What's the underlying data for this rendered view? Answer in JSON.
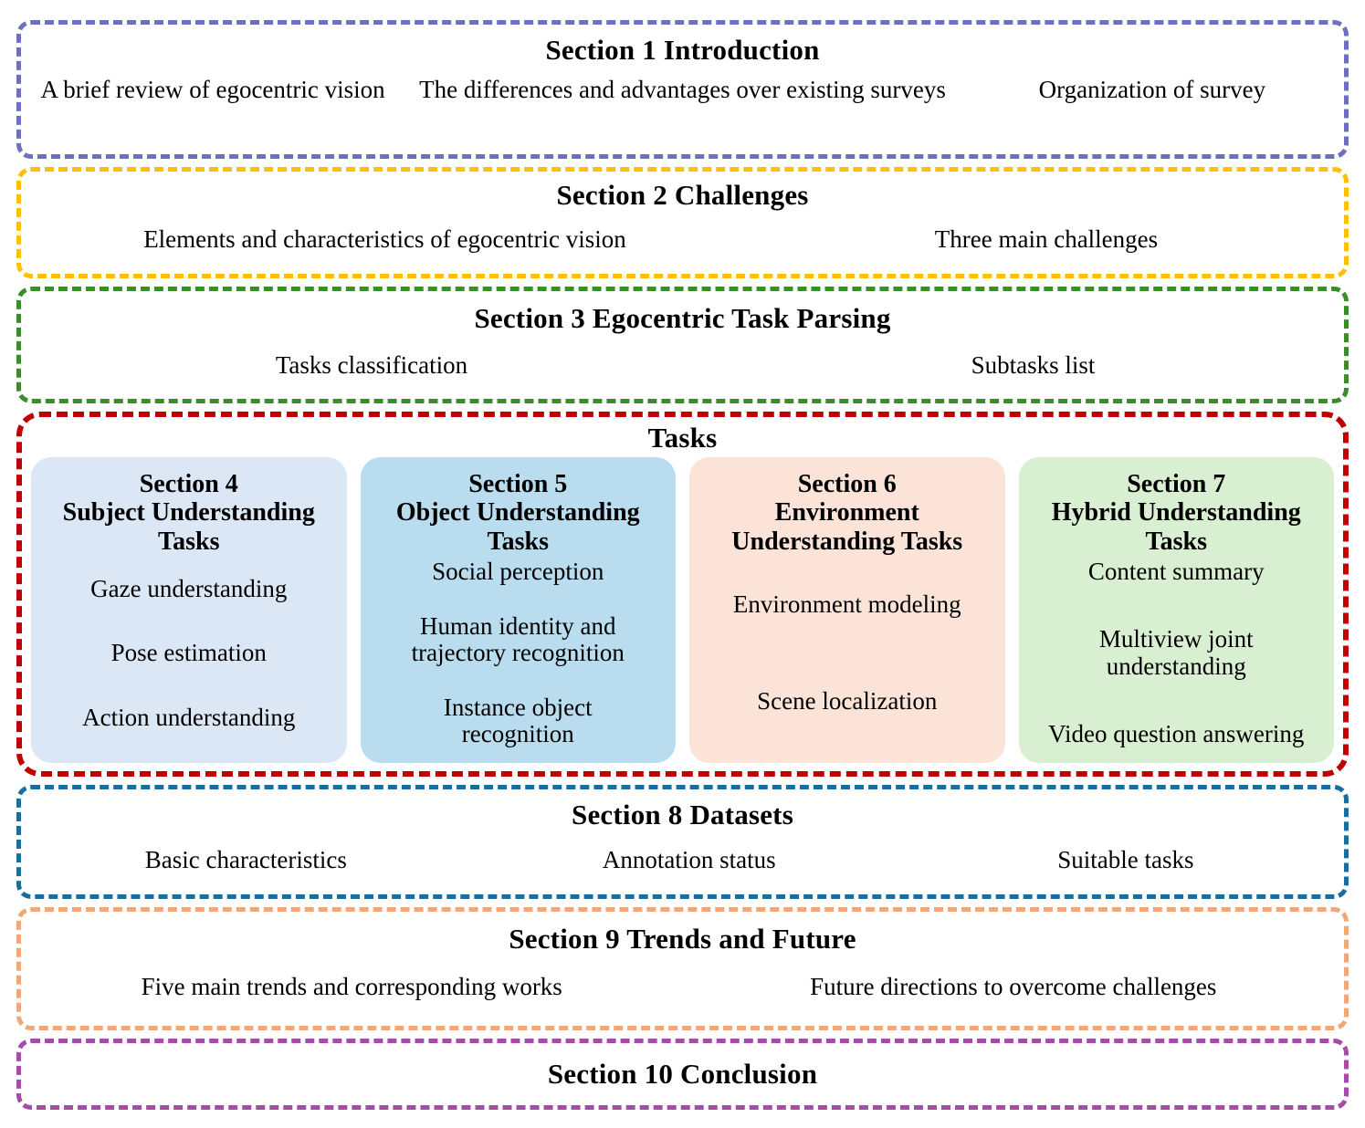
{
  "figure": {
    "kind": "survey-organization-flowchart"
  },
  "colors": {
    "section1_border": "#6F6FC0",
    "section2_border": "#FFC000",
    "section3_border": "#3C8C2E",
    "tasks_border": "#C00000",
    "section8_border": "#1A6E9E",
    "section9_border": "#F0A878",
    "section10_border": "#A64BA8",
    "card4_fill": "#DCE7F5",
    "card5_fill": "#B9DDEE",
    "card6_fill": "#FBE3D8",
    "card7_fill": "#D9EFD1",
    "text": "#000000",
    "background": "#FFFFFF"
  },
  "section1": {
    "title": "Section 1 Introduction",
    "items": [
      "A brief review of\negocentric vision",
      "The differences and advantages over\nexisting surveys",
      "Organization of\nsurvey"
    ]
  },
  "section2": {
    "title": "Section 2 Challenges",
    "items": [
      "Elements and characteristics of egocentric vision",
      "Three main challenges"
    ]
  },
  "section3": {
    "title": "Section 3 Egocentric Task Parsing",
    "items": [
      "Tasks classification",
      "Subtasks list"
    ]
  },
  "tasks": {
    "title": "Tasks",
    "cards": [
      {
        "title": "Section 4\nSubject Understanding\nTasks",
        "items": [
          "Gaze understanding",
          "Pose estimation",
          "Action understanding"
        ]
      },
      {
        "title": "Section 5\nObject Understanding\nTasks",
        "items": [
          "Social perception",
          "Human identity and\ntrajectory recognition",
          "Instance object\nrecognition"
        ]
      },
      {
        "title": "Section 6\nEnvironment\nUnderstanding Tasks",
        "items": [
          "Environment modeling",
          "Scene localization"
        ]
      },
      {
        "title": "Section 7\nHybrid Understanding\nTasks",
        "items": [
          "Content summary",
          "Multiview joint\nunderstanding",
          "Video question answering"
        ]
      }
    ]
  },
  "section8": {
    "title": "Section 8 Datasets",
    "items": [
      "Basic characteristics",
      "Annotation status",
      "Suitable tasks"
    ]
  },
  "section9": {
    "title": "Section 9 Trends and Future",
    "items": [
      "Five main trends and corresponding works",
      "Future directions to overcome challenges"
    ]
  },
  "section10": {
    "title": "Section 10 Conclusion"
  }
}
